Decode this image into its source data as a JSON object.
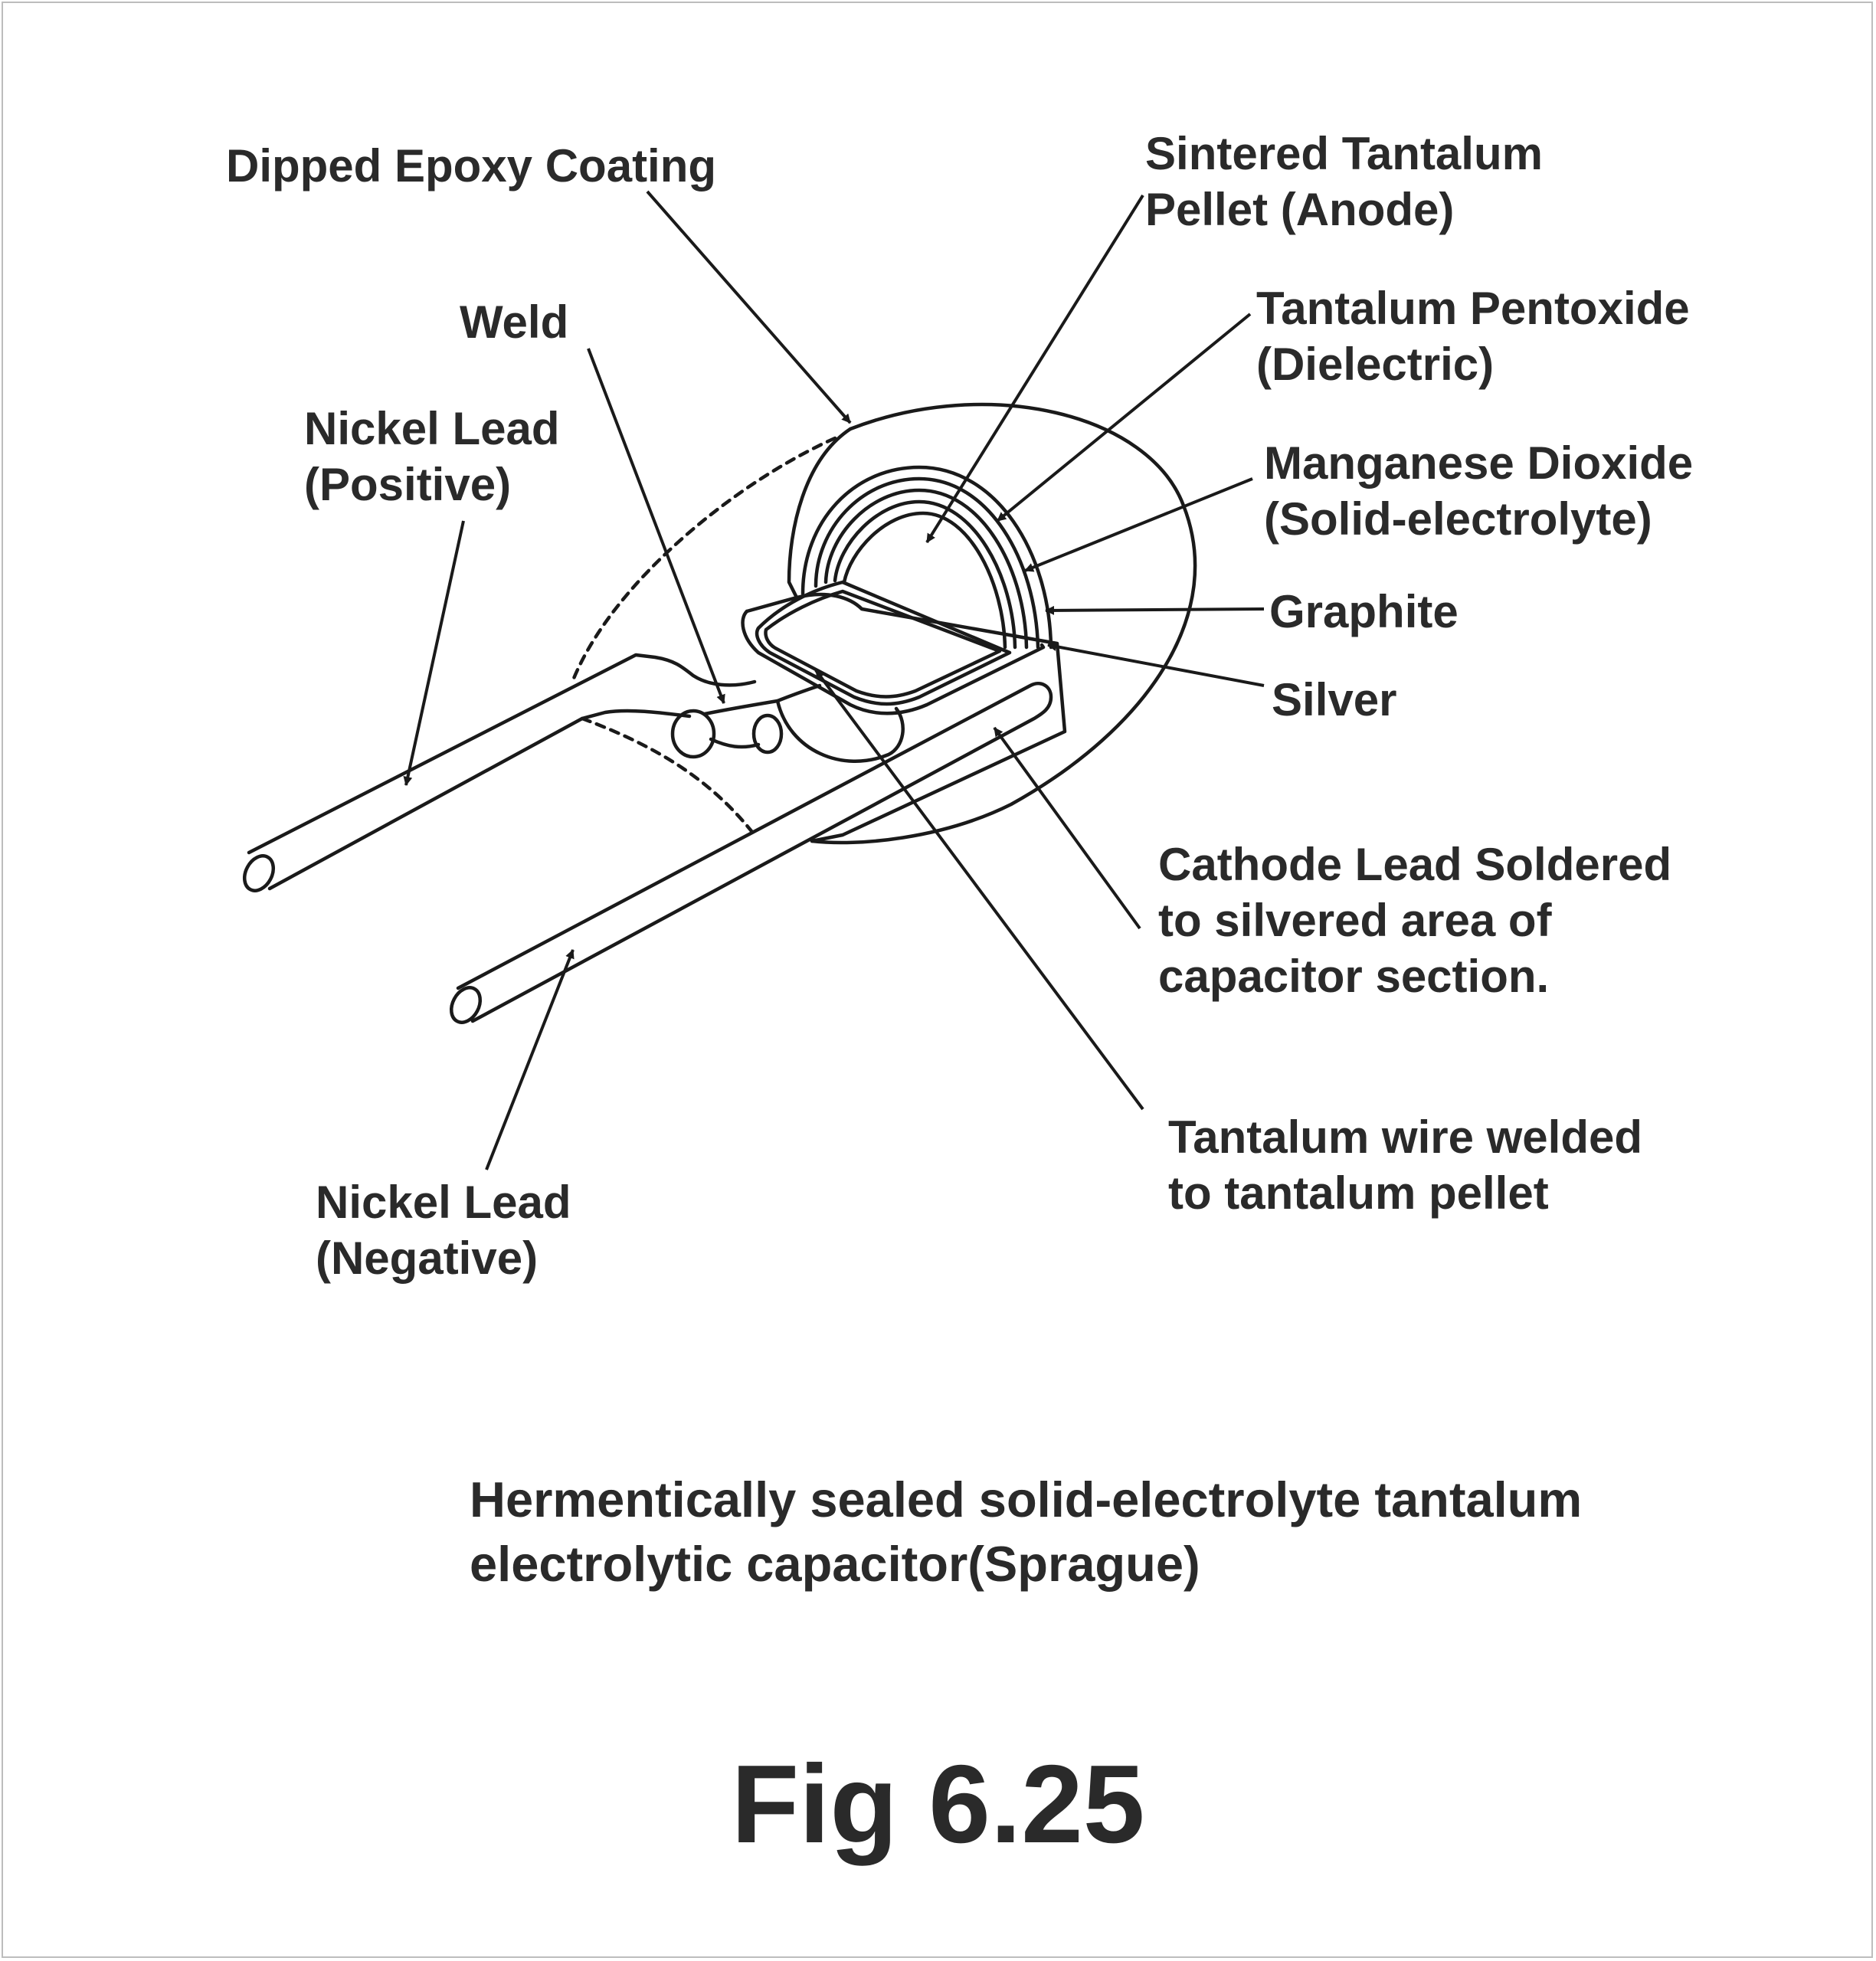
{
  "labels": {
    "dipped_epoxy": [
      "Dipped Epoxy Coating"
    ],
    "sintered_pellet": [
      "Sintered Tantalum",
      "Pellet (Anode)"
    ],
    "weld": [
      "Weld"
    ],
    "pentoxide": [
      "Tantalum Pentoxide",
      "(Dielectric)"
    ],
    "nickel_positive": [
      "Nickel Lead",
      "(Positive)"
    ],
    "manganese": [
      "Manganese Dioxide",
      "(Solid-electrolyte)"
    ],
    "graphite": [
      "Graphite"
    ],
    "silver": [
      "Silver"
    ],
    "cathode_lead": [
      "Cathode Lead Soldered",
      "to silvered area of",
      "capacitor section."
    ],
    "tantalum_wire": [
      "Tantalum wire welded",
      "to tantalum pellet"
    ],
    "nickel_negative": [
      "Nickel Lead",
      "(Negative)"
    ]
  },
  "caption": [
    "Hermentically sealed solid-electrolyte tantalum",
    "electrolytic capacitor(Sprague)"
  ],
  "figure_number": "Fig 6.25",
  "colors": {
    "ink": "#2a2a2a",
    "line": "#1a1a1a",
    "background": "#ffffff",
    "border": "#bdbdbd"
  }
}
